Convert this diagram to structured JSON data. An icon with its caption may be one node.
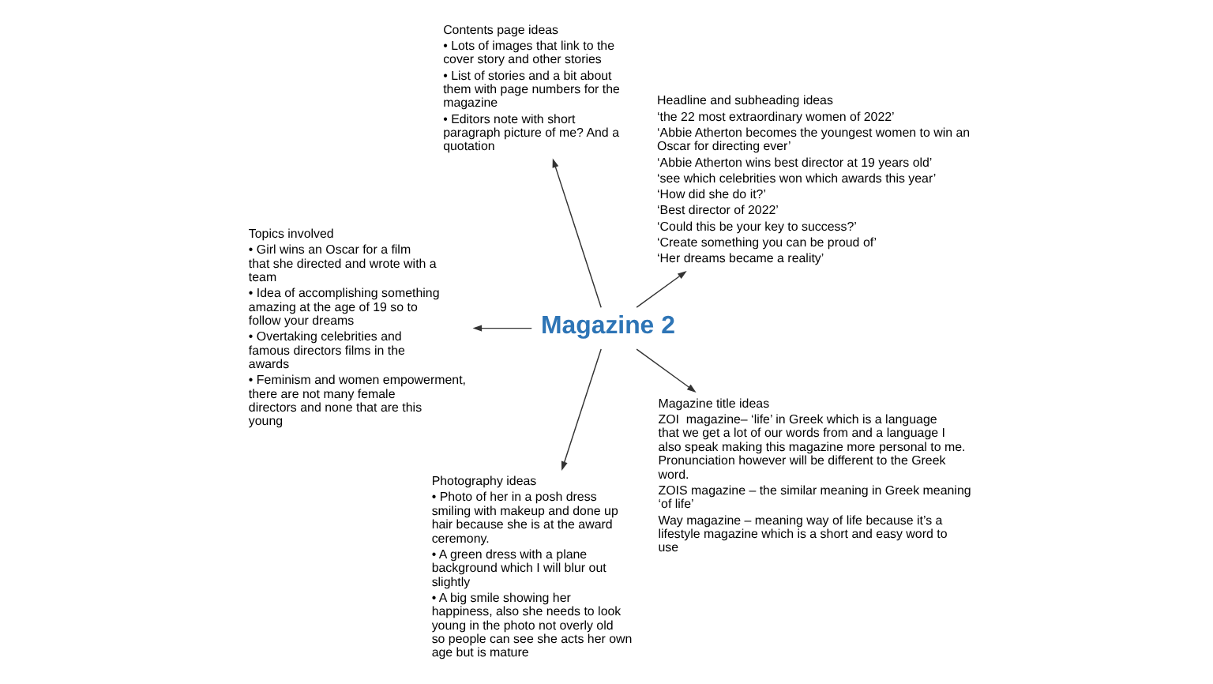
{
  "diagram": {
    "nodes": [
      {
        "text": [
          "Headline and subheading ideas",
          "‘the 22 most extraordinary women of 2022’",
          "‘Abbie Atherton becomes the youngest women to win an Oscar for directing ever’",
          "‘Abbie Atherton wins best director at 19 years old’",
          "‘see which celebrities won which awards this year’",
          "‘How did she do it?’",
          "‘Best director of 2022’",
          "‘Could this be your key to success?’",
          "‘Create something you can be proud of’",
          "‘Her dreams became a reality’"
        ]
      },
      {
        "text": [
          "Contents page ideas",
          "• Lots of images that link to the cover story and other stories",
          "• List of stories and a bit about them with page numbers for the magazine",
          "• Editors note with short paragraph picture of me? And a quotation"
        ]
      },
      {
        "text": [
          "Topics involved",
          "• Girl wins an Oscar for a film that she directed and wrote with a team",
          "• Idea of accomplishing something amazing at the age of 19 so to follow your dreams",
          "• Overtaking celebrities and famous directors films in the awards",
          "• Feminism and women empowerment, there are not many female directors and none that are this young"
        ]
      },
      {
        "text": [
          "Magazine 2"
        ]
      },
      {
        "text": [
          "Photography ideas",
          "• Photo of her in a posh dress smiling with makeup and done up hair because she is at the award ceremony.",
          "• A green dress with a plane background which I will blur out slightly",
          "• A big smile showing her happiness, also she needs to look young in the photo not overly old so people can see she acts her own age but is mature"
        ]
      },
      {
        "text": [
          "Magazine title ideas",
          "ZOI  magazine– ‘life’ in Greek which is a language that we get a lot of our words from and a language I also speak making this magazine more personal to me. Pronunciation however will be different to the Greek word.",
          "ZOIS magazine – the similar meaning in Greek meaning ‘of life’",
          "Way magazine – meaning way of life because it’s a lifestyle magazine which is a short and easy word to use"
        ]
      }
    ],
    "edges": [
      {
        "from": 3,
        "to": 2,
        "arrow": "to"
      },
      {
        "from": 3,
        "to": 0,
        "arrow": "to"
      },
      {
        "from": 3,
        "to": 1,
        "arrow": "to"
      },
      {
        "from": 3,
        "to": 5,
        "arrow": "to"
      },
      {
        "from": 3,
        "to": 4,
        "arrow": "to"
      }
    ]
  }
}
